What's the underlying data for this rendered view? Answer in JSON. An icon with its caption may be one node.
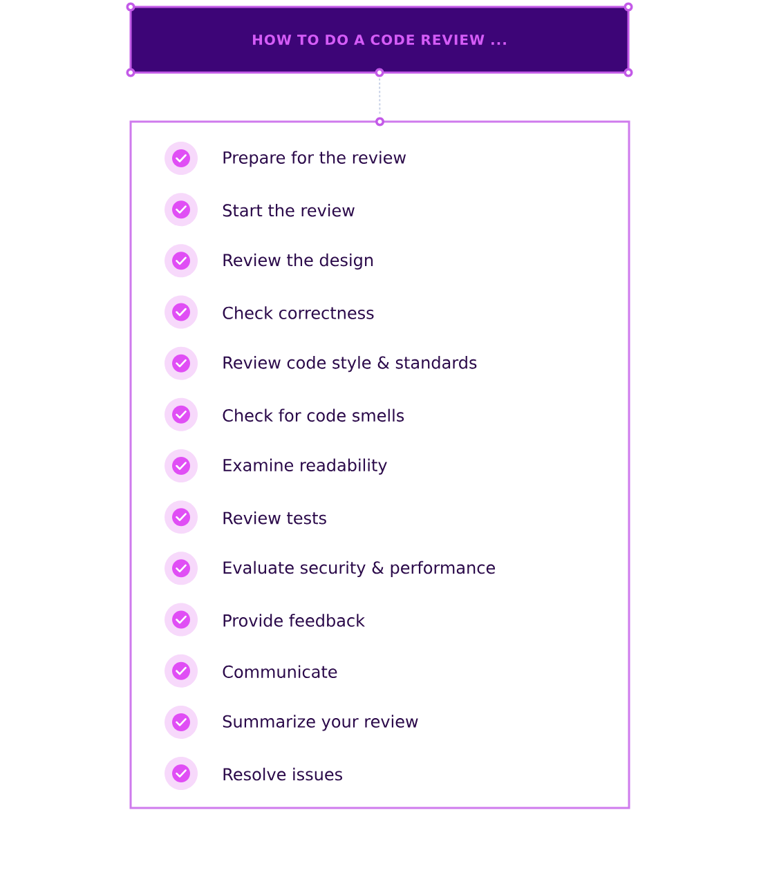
{
  "diagram": {
    "nodes": [
      {
        "text": [
          "HOW TO DO A CODE REVIEW ..."
        ]
      },
      {
        "text": [
          "Prepare for the review",
          "Start the review",
          "Review the design",
          "Check correctness",
          "Review code style & standards",
          "Check for code smells",
          "Examine readability",
          "Review tests",
          "Evaluate security & performance",
          "Provide feedback",
          "Communicate",
          "Summarize your review",
          "Resolve issues"
        ]
      }
    ],
    "edges": [
      {
        "from": 0,
        "to": 1,
        "arrow": "none",
        "style": "dashed",
        "color": "#c5cfe6"
      }
    ]
  }
}
